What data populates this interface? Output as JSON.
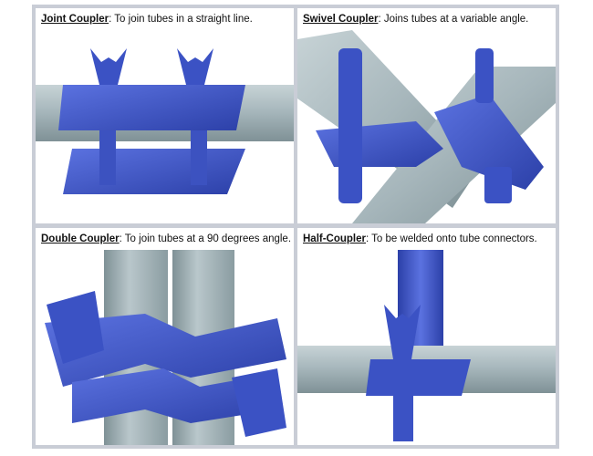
{
  "panels": [
    {
      "title": "Joint Coupler",
      "desc": ": To join tubes in a straight line."
    },
    {
      "title": "Swivel Coupler",
      "desc": ": Joins tubes at a variable angle."
    },
    {
      "title": "Double Coupler",
      "desc": ": To join tubes at a 90 degrees angle."
    },
    {
      "title": "Half-Coupler",
      "desc": ": To be welded onto tube connectors."
    }
  ],
  "colors": {
    "tube": "#9fb0b6",
    "coupler": "#3b52c4",
    "border": "#c9cdd6"
  }
}
